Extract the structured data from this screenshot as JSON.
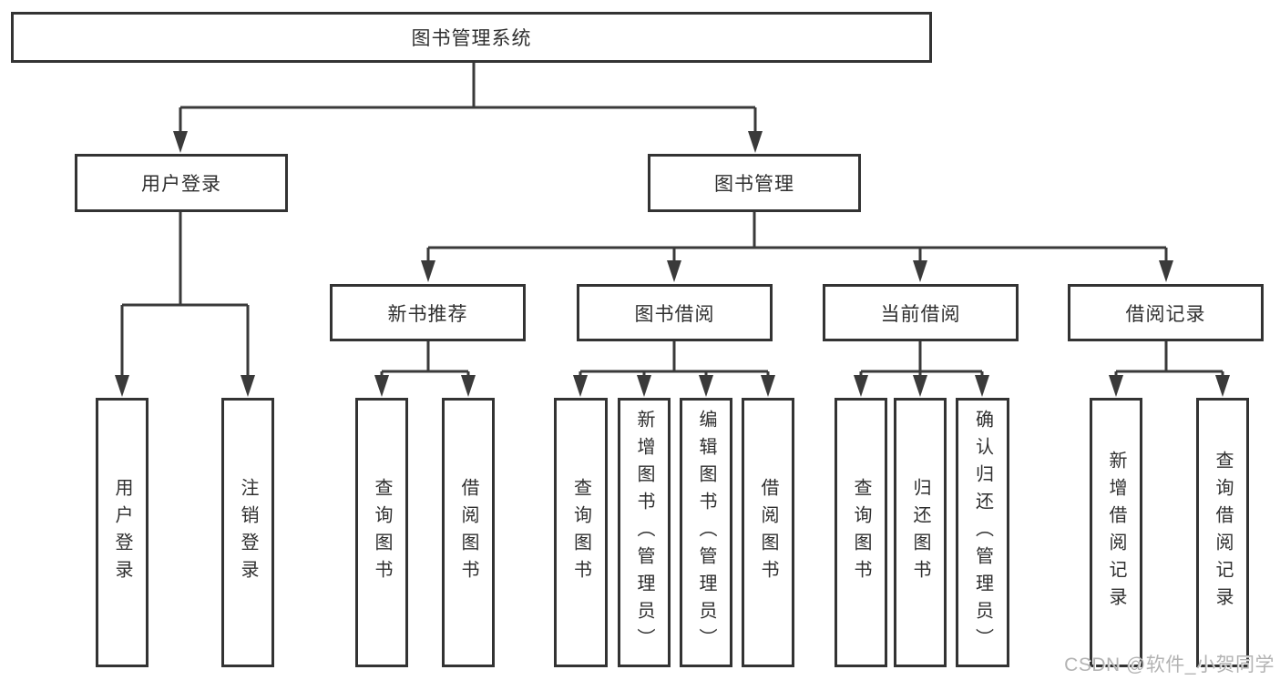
{
  "nodes": {
    "root": {
      "label": "图书管理系统"
    },
    "user_login": {
      "label": "用户登录"
    },
    "book_management": {
      "label": "图书管理"
    },
    "new_book_recommend": {
      "label": "新书推荐"
    },
    "book_borrowing": {
      "label": "图书借阅"
    },
    "current_borrowing": {
      "label": "当前借阅"
    },
    "borrowing_records": {
      "label": "借阅记录"
    },
    "leaf_user_login": {
      "label": "用户登录"
    },
    "leaf_logout": {
      "label": "注销登录"
    },
    "recommend_query_book": {
      "label": "查询图书"
    },
    "recommend_borrow_book": {
      "label": "借阅图书"
    },
    "borrowing_query_book": {
      "label": "查询图书"
    },
    "borrowing_add_book": {
      "label": "新增图书（管理员）"
    },
    "borrowing_edit_book": {
      "label": "编辑图书（管理员）"
    },
    "borrowing_borrow_book": {
      "label": "借阅图书"
    },
    "current_query_book": {
      "label": "查询图书"
    },
    "current_return_book": {
      "label": "归还图书"
    },
    "current_confirm_return": {
      "label": "确认归还（管理员）"
    },
    "records_add_record": {
      "label": "新增借阅记录"
    },
    "records_query_record": {
      "label": "查询借阅记录"
    }
  },
  "watermark": {
    "text": "CSDN @软件_小贺同学"
  },
  "colors": {
    "line": "#3a3a3a",
    "border": "#333333",
    "text": "#2f2f2f",
    "box_bg": "#ffffff",
    "watermark": "#b3b3b3"
  }
}
